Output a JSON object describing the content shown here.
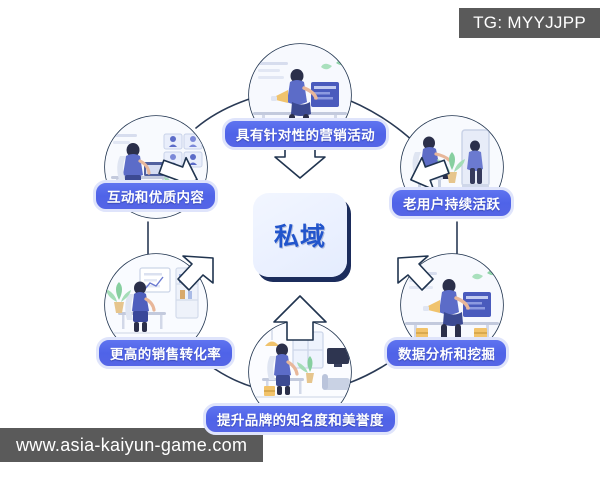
{
  "watermarks": {
    "top_right": "TG: MYYJJPP",
    "bottom_left": "www.asia-kaiyun-game.com"
  },
  "diagram": {
    "type": "cycle-wheel",
    "center": {
      "label": "私域",
      "shape": "rounded-square",
      "fill": "#eaf0ff",
      "text_color": "#2255cc",
      "shadow_color": "#1b2c5c"
    },
    "accent_color": "#4f63e8",
    "pill_border_color": "#dfe4fb",
    "ring_color": "#1f2f4a",
    "arrow_fill": "#ffffff",
    "arrow_stroke": "#20344f",
    "background": "#ffffff",
    "nodes": [
      {
        "id": "targeted-marketing",
        "label": "具有针对性的营销活动",
        "position": "top",
        "illustration": "person-at-desk-with-megaphone-and-boxes"
      },
      {
        "id": "returning-users-active",
        "label": "老用户持续活跃",
        "position": "right-upper",
        "illustration": "person-seated-beside-mirror-and-plant"
      },
      {
        "id": "data-analysis-mining",
        "label": "数据分析和挖掘",
        "position": "right-lower",
        "illustration": "person-at-desk-with-charts-and-monitor"
      },
      {
        "id": "brand-awareness-reputation",
        "label": "提升品牌的知名度和美誉度",
        "position": "bottom",
        "illustration": "person-working-in-living-room-with-tv"
      },
      {
        "id": "higher-sales-conversion",
        "label": "更高的销售转化率",
        "position": "left-lower",
        "illustration": "person-at-desk-facing-whiteboard-with-plant"
      },
      {
        "id": "engagement-quality-content",
        "label": "互动和优质内容",
        "position": "left-upper",
        "illustration": "person-at-desk-on-video-call-grid"
      }
    ],
    "arrows": [
      {
        "id": "arrow-top-inward",
        "direction": "down"
      },
      {
        "id": "arrow-right-upper-inward",
        "direction": "left"
      },
      {
        "id": "arrow-right-lower-inward",
        "direction": "up-left"
      },
      {
        "id": "arrow-bottom-inward",
        "direction": "up"
      },
      {
        "id": "arrow-left-lower-inward",
        "direction": "up-right"
      },
      {
        "id": "arrow-left-upper-inward",
        "direction": "right"
      }
    ]
  }
}
